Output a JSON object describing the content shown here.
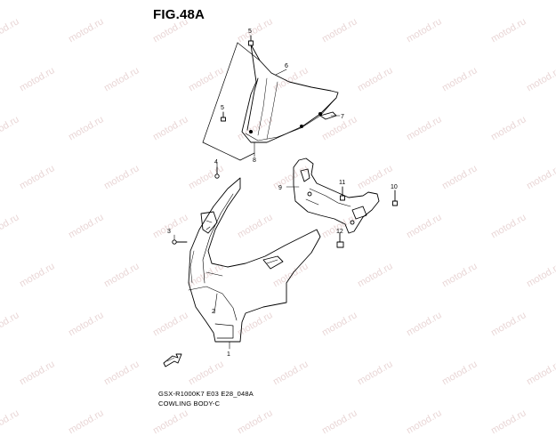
{
  "figure": {
    "title": "FIG.48A"
  },
  "watermark": {
    "text": "motod.ru"
  },
  "callouts": [
    {
      "id": "c5a",
      "label": "5"
    },
    {
      "id": "c6",
      "label": "6"
    },
    {
      "id": "c5b",
      "label": "5"
    },
    {
      "id": "c7",
      "label": "7"
    },
    {
      "id": "c8",
      "label": "8"
    },
    {
      "id": "c4",
      "label": "4"
    },
    {
      "id": "c9",
      "label": "9"
    },
    {
      "id": "c11",
      "label": "11"
    },
    {
      "id": "c10",
      "label": "10"
    },
    {
      "id": "c3",
      "label": "3"
    },
    {
      "id": "c12",
      "label": "12"
    },
    {
      "id": "c2",
      "label": "2"
    },
    {
      "id": "c1",
      "label": "1"
    }
  ],
  "footer": {
    "model_code": "GSX-R1000K7 E03 E28_048A",
    "caption": "COWLING BODY-C"
  }
}
